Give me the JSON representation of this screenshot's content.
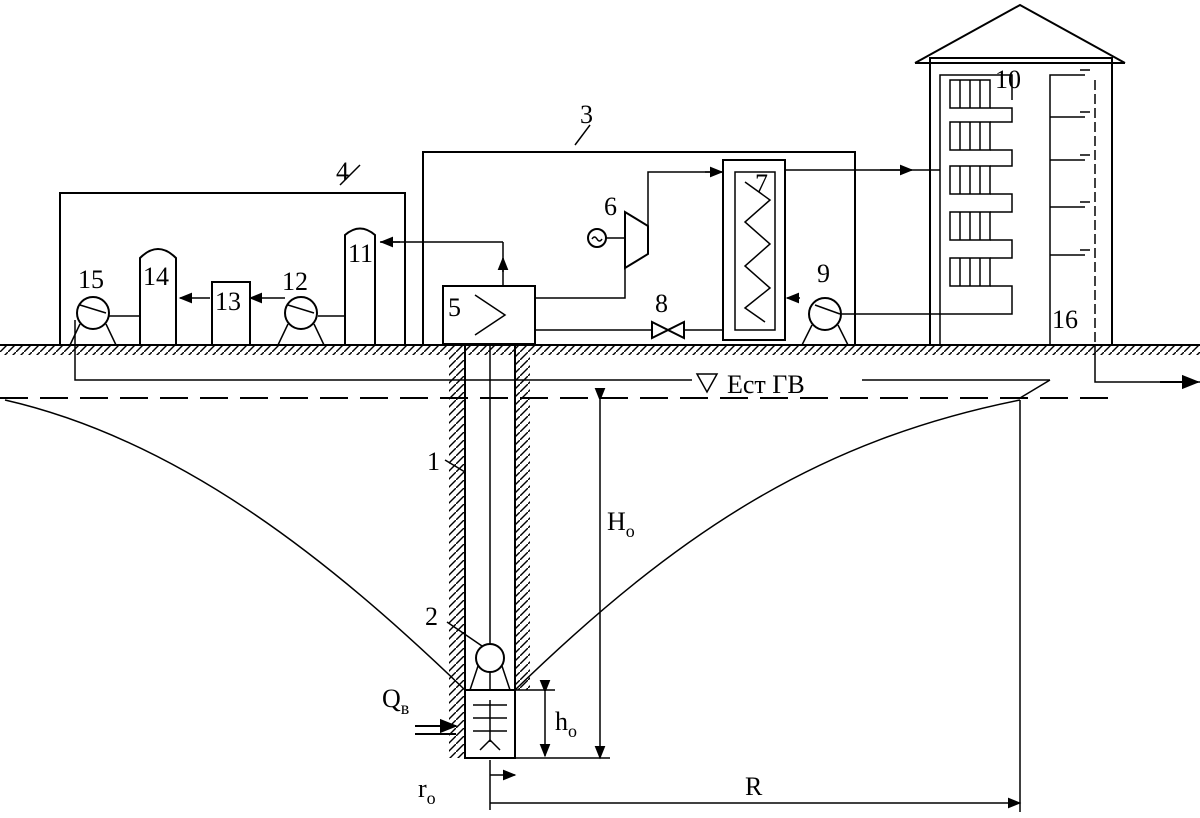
{
  "labels": {
    "n1": "1",
    "n2": "2",
    "n3": "3",
    "n4": "4",
    "n5": "5",
    "n6": "6",
    "n7": "7",
    "n8": "8",
    "n9": "9",
    "n10": "10",
    "n11": "11",
    "n12": "12",
    "n13": "13",
    "n14": "14",
    "n15": "15",
    "n16": "16"
  },
  "water_level": "Ест ГВ",
  "dims": {
    "H": "H",
    "H_sub": "o",
    "h": "h",
    "h_sub": "o",
    "r": "r",
    "r_sub": "o",
    "R": "R",
    "Q": "Q",
    "Q_sub": "в"
  },
  "icons": [
    "generator-icon",
    "valve-icon",
    "pump-icon",
    "arrow-icon"
  ]
}
